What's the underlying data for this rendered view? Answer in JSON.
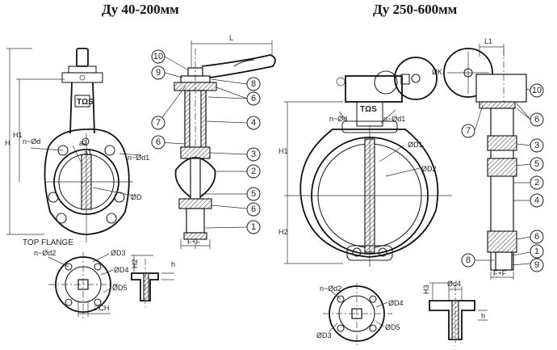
{
  "headers": {
    "left": "Ду 40-200мм",
    "right": "Ду 250-600мм"
  },
  "left_front": {
    "H": "H",
    "H1": "H1",
    "n_d": "n~Ød",
    "a2": "a2",
    "a1": "a1",
    "n_d1": "n~Ød1",
    "D": "ØD",
    "logo": "TΩS"
  },
  "left_section": {
    "L": "L",
    "ff": "F+F",
    "callouts": [
      "10",
      "9",
      "8",
      "6",
      "7",
      "4",
      "6",
      "3",
      "2",
      "5",
      "6",
      "1"
    ]
  },
  "top_flange": {
    "title": "TOP FLANGE",
    "nd2": "n~Ød2",
    "D3": "ØD3",
    "D4": "ØD4",
    "D5": "ØD5",
    "ch": "□CH"
  },
  "left_shaft": {
    "H2": "H2",
    "h": "h"
  },
  "right_front": {
    "H1": "H1",
    "H2": "H2",
    "n_d": "n~Ød",
    "n_d1": "n~Ød1",
    "D1": "ØD1",
    "D2": "ØD2",
    "ok": "ØK",
    "logo": "TΩS"
  },
  "right_side": {
    "L1": "L1",
    "ff": "F+F",
    "callouts_right": [
      "10",
      "6",
      "3",
      "5",
      "2",
      "4",
      "6",
      "1",
      "9"
    ],
    "callouts_left": [
      "7",
      "8"
    ]
  },
  "right_flange": {
    "nd2": "n~Ød2",
    "D4": "ØD4",
    "D3": "ØD3",
    "D5": "ØD5"
  },
  "right_shaft": {
    "H3": "H3",
    "d4": "Ød4",
    "h": "h"
  }
}
